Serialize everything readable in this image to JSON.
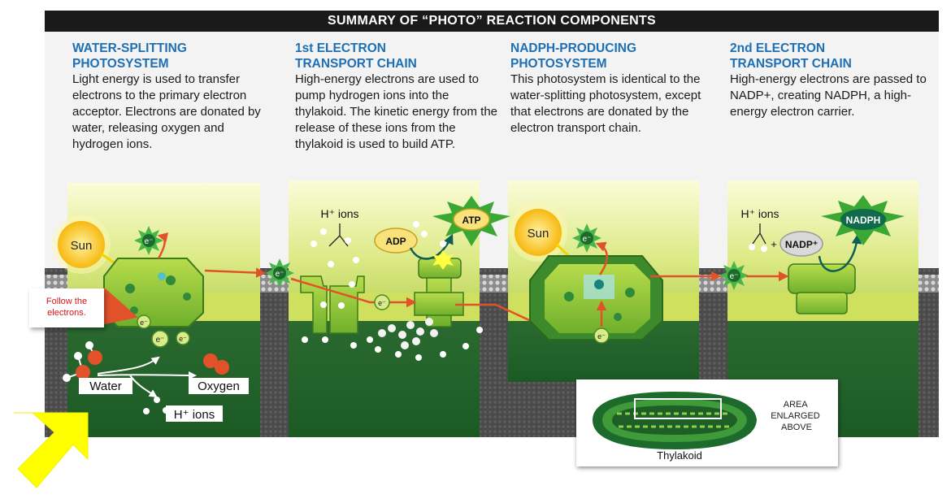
{
  "title": "SUMMARY OF “PHOTO” REACTION COMPONENTS",
  "columns": [
    {
      "heading": "WATER-SPLITTING\nPHOTOSYSTEM",
      "body": "Light energy is used to transfer electrons to the primary electron acceptor. Electrons are donated by water, releasing oxygen and hydrogen ions."
    },
    {
      "heading": "1st ELECTRON\nTRANSPORT CHAIN",
      "body": "High-energy electrons are used to pump hydrogen ions into the thylakoid. The kinetic energy from the release of these ions from the thylakoid is used to build ATP."
    },
    {
      "heading": "NADPH-PRODUCING\nPHOTOSYSTEM",
      "body": "This photosystem is identical to the water-splitting photosystem, except that electrons are donated by the electron transport chain."
    },
    {
      "heading": "2nd ELECTRON\nTRANSPORT CHAIN",
      "body": "High-energy electrons are passed to NADP+, creating NADPH, a high-energy electron carrier."
    }
  ],
  "labels": {
    "sun": "Sun",
    "electron": "e⁻",
    "h_ions": "H⁺ ions",
    "adp": "ADP",
    "atp": "ATP",
    "nadp": "NADP⁺",
    "plus": "+",
    "nadph": "NADPH",
    "water": "Water",
    "oxygen": "Oxygen"
  },
  "callout": "Follow the\nelectrons.",
  "inset": {
    "caption": "Thylakoid",
    "note": "AREA\nENLARGED\nABOVE"
  },
  "colors": {
    "heading_blue": "#1e6fb4",
    "callout_red": "#d8141a",
    "arrow_yellow": "#ffff00",
    "atp_star": "#3aa832"
  }
}
